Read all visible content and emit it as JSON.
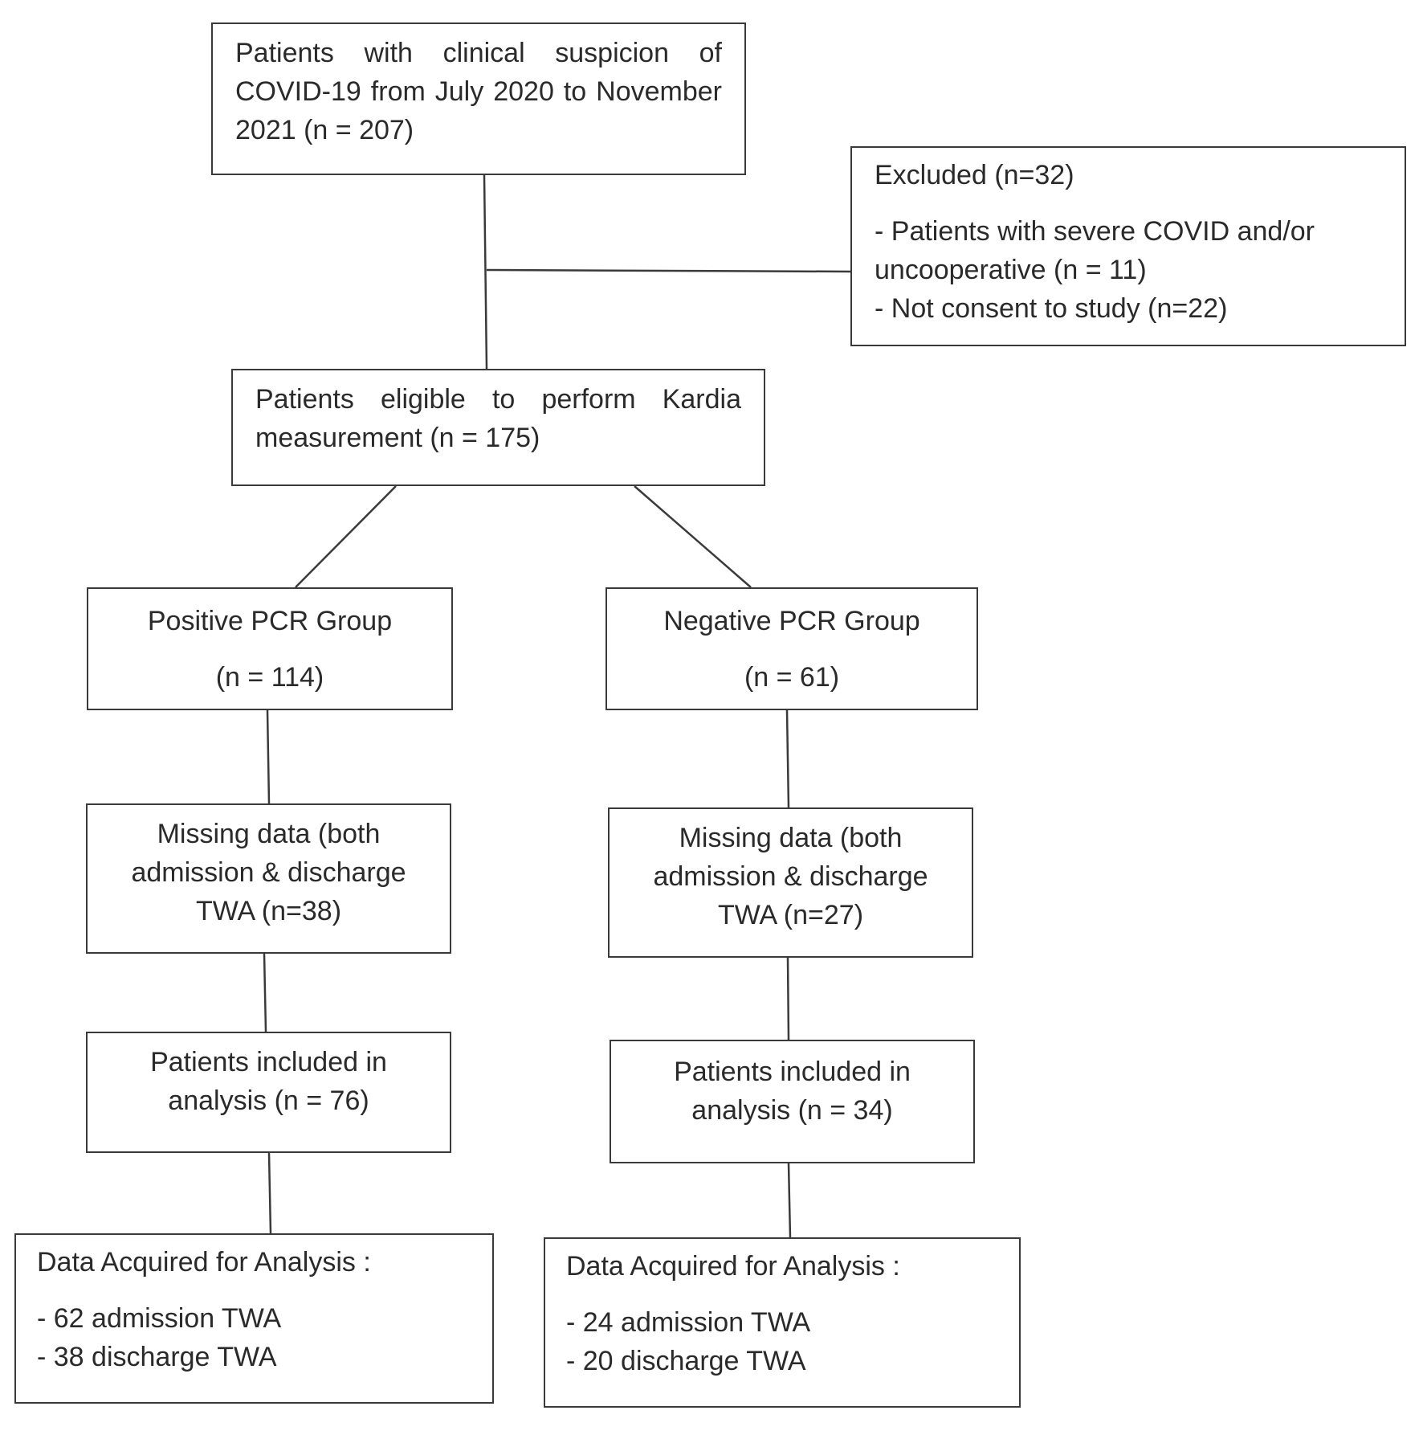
{
  "start": {
    "text": "Patients with clinical suspicion of COVID-19 from July 2020 to November 2021 (n = 207)"
  },
  "excluded": {
    "title": "Excluded (n=32)",
    "items": [
      "- Patients with severe COVID and/or uncooperative (n = 11)",
      "- Not consent to study (n=22)"
    ]
  },
  "eligible": {
    "text": "Patients eligible to perform Kardia measurement (n = 175)"
  },
  "positive": {
    "group_title": "Positive PCR Group",
    "group_count": "(n = 114)",
    "missing": "Missing data (both admission & discharge TWA (n=38)",
    "included": "Patients included in analysis (n = 76)",
    "data_title": "Data Acquired for Analysis :",
    "data_items": [
      "- 62 admission TWA",
      "- 38 discharge TWA"
    ]
  },
  "negative": {
    "group_title": "Negative PCR Group",
    "group_count": "(n = 61)",
    "missing": "Missing data (both admission & discharge TWA (n=27)",
    "included": "Patients included in analysis (n = 34)",
    "data_title": "Data Acquired for Analysis :",
    "data_items": [
      "- 24 admission TWA",
      "- 20 discharge TWA"
    ]
  }
}
